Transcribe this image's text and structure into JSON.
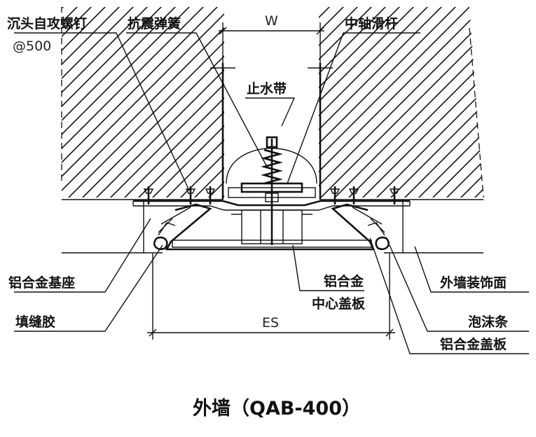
{
  "labels": {
    "countersunk_screw": "沉头自攻螺钉",
    "screw_spacing": "@500",
    "seismic_spring": "抗震弹簧",
    "center_slide_rod": "中轴滑杆",
    "waterstop": "止水带",
    "alu_base": "铝合金基座",
    "joint_sealant": "填缝胶",
    "alu_center_cover_line1": "铝合金",
    "alu_center_cover_line2": "中心盖板",
    "exterior_finish": "外墙装饰面",
    "foam_strip": "泡沫条",
    "alu_cover_plate": "铝合金盖板"
  },
  "dimensions": {
    "width_label": "W",
    "es_label": "ES"
  },
  "title": "外墙（QAB-400）"
}
